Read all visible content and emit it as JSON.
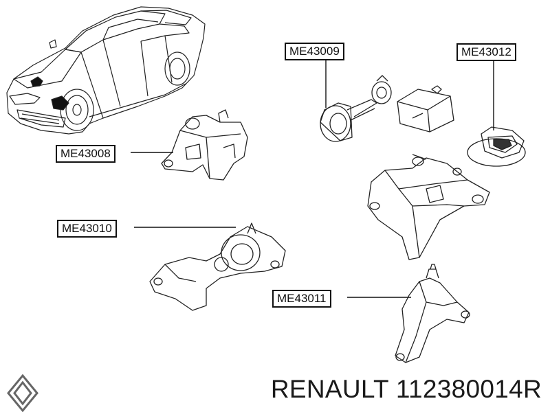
{
  "labels": {
    "me43009": "ME43009",
    "me43012": "ME43012",
    "me43008": "ME43008",
    "me43010": "ME43010",
    "me43011": "ME43011"
  },
  "footer": {
    "title": "RENAULT 112380014R"
  },
  "logo": {
    "icon": "renault-diamond-logo"
  }
}
